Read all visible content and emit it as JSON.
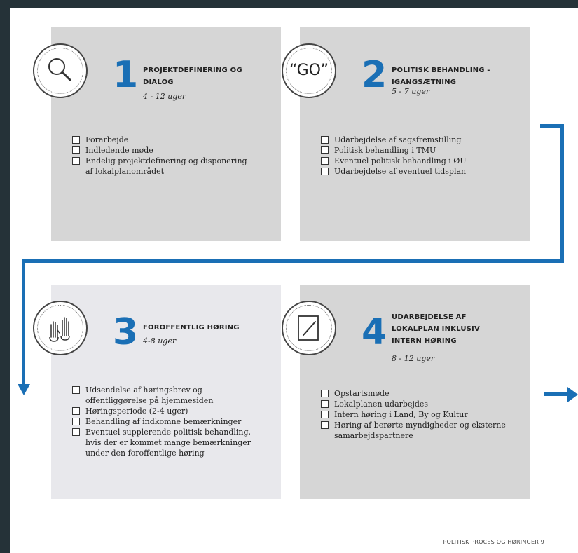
{
  "steps": [
    {
      "number": "1",
      "title_lines": [
        "PROJEKTDEFINERING OG",
        "DIALOG"
      ],
      "duration": "4 - 12 uger",
      "icon": "magnifier-icon",
      "items": [
        "Forarbejde",
        "Indledende møde",
        "Endelig projektdefinering og disponering af lokalplanområdet"
      ]
    },
    {
      "number": "2",
      "title_lines": [
        "POLITISK BEHANDLING -",
        "IGANGSÆTNING"
      ],
      "duration": "5 - 7 uger",
      "icon": "go-speech-icon",
      "icon_text": "“GO”",
      "items": [
        "Udarbejdelse af sagsfremstilling",
        "Politisk behandling i TMU",
        "Eventuel politisk behandling i ØU",
        "Udarbejdelse af eventuel tidsplan"
      ]
    },
    {
      "number": "3",
      "title_lines": [
        "FOROFFENTLIG HØRING"
      ],
      "duration": "4-8 uger",
      "icon": "raised-hands-icon",
      "items": [
        "Udsendelse af høringsbrev og offentliggørelse på hjemmesiden",
        "Høringsperiode (2-4 uger)",
        "Behandling af indkomne bemærkninger",
        "Eventuel supplerende politisk behandling, hvis der er kommet mange bemærkninger under den foroffentlige høring"
      ]
    },
    {
      "number": "4",
      "title_lines": [
        "UDARBEJDELSE AF",
        "LOKALPLAN INKLUSIV",
        "INTERN HØRING"
      ],
      "duration": "8 - 12 uger",
      "icon": "document-pen-icon",
      "items": [
        "Opstartsmøde",
        "Lokalplanen udarbejdes",
        "Intern høring i Land, By og Kultur",
        "Høring af berørte myndigheder og eksterne samarbejdspartnere"
      ]
    }
  ],
  "footer": "POLITISK PROCES OG HØRINGER 9",
  "colors": {
    "accent": "#1a6fb5",
    "box_dark": "#d6d6d6",
    "box_light": "#e8e8ec",
    "frame": "#253238"
  }
}
